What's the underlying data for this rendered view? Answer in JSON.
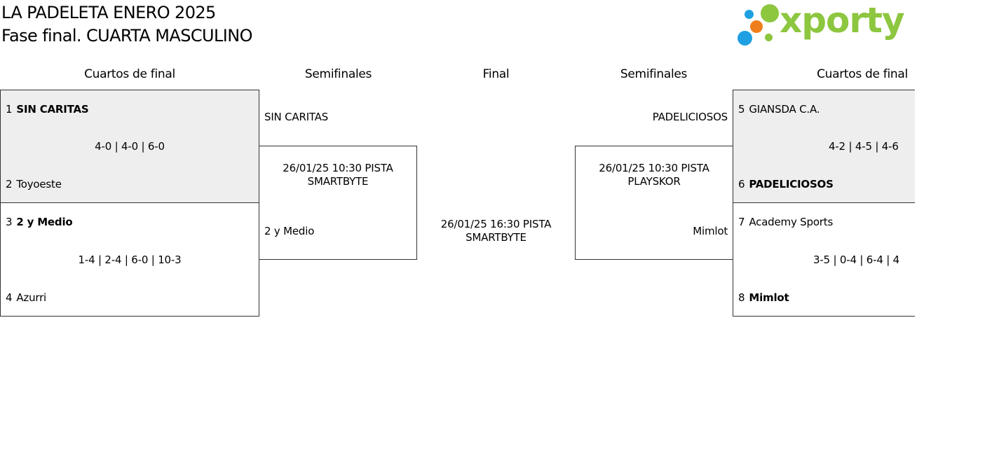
{
  "header": {
    "title": "LA PADELETA ENERO 2025",
    "subtitle": "Fase final. CUARTA MASCULINO",
    "logo_text": "xporty"
  },
  "columns": {
    "left_quarters": "Cuartos de final",
    "left_semis": "Semifinales",
    "final": "Final",
    "right_semis": "Semifinales",
    "right_quarters": "Cuartos de final"
  },
  "left": {
    "qf1": {
      "team_a": {
        "seed": "1",
        "name": "SIN CARITAS"
      },
      "score": "4-0 | 4-0 | 6-0",
      "team_b": {
        "seed": "2",
        "name": "Toyoeste"
      }
    },
    "qf2": {
      "team_a": {
        "seed": "3",
        "name": "2 y Medio"
      },
      "score": "1-4 | 2-4 | 6-0 | 10-3",
      "team_b": {
        "seed": "4",
        "name": "Azurri"
      }
    },
    "semi": {
      "top": "SIN CARITAS",
      "schedule_line1": "26/01/25 10:30 PISTA",
      "schedule_line2": "SMARTBYTE",
      "bottom": "2 y Medio"
    }
  },
  "final": {
    "schedule_line1": "26/01/25 16:30 PISTA",
    "schedule_line2": "SMARTBYTE"
  },
  "right": {
    "qf1": {
      "team_a": {
        "seed": "5",
        "name": "GIANSDA C.A."
      },
      "score": "4-2 | 4-5 | 4-6",
      "team_b": {
        "seed": "6",
        "name": "PADELICIOSOS"
      }
    },
    "qf2": {
      "team_a": {
        "seed": "7",
        "name": "Academy Sports"
      },
      "score": "3-5 | 0-4 | 6-4 | 4",
      "team_b": {
        "seed": "8",
        "name": "Mimlot"
      }
    },
    "semi": {
      "top": "PADELICIOSOS",
      "schedule_line1": "26/01/25 10:30 PISTA",
      "schedule_line2": "PLAYSKOR",
      "bottom": "Mimlot"
    }
  },
  "colors": {
    "box_fill": "#eeeeee",
    "logo_green": "#8dc63f",
    "logo_blue": "#1ea0e2",
    "logo_orange": "#f07d1b"
  }
}
